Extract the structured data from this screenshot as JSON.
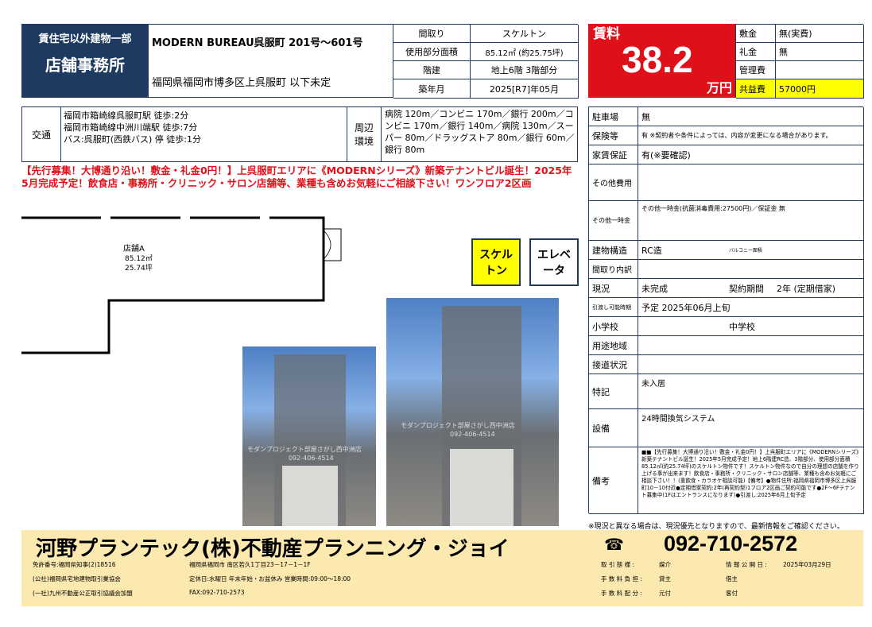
{
  "header": {
    "category_top": "賃住宅以外建物一部",
    "category_main": "店舗事務所",
    "building_name": "MODERN BUREAU呉服町 201号〜601号",
    "address": "福岡県福岡市博多区上呉服町 以下未定"
  },
  "spec": {
    "layout_label": "間取り",
    "layout_value": "スケルトン",
    "area_label": "使用部分面積",
    "area_value": "85.12㎡ (約25.75坪)",
    "floor_label": "階建",
    "floor_value": "地上6階 3階部分",
    "built_label": "築年月",
    "built_value": "2025[R7]年05月"
  },
  "rent": {
    "label": "賃料",
    "value": "38.2",
    "unit": "万円",
    "deposit_label": "敷金",
    "deposit_value": "無(実費)",
    "key_label": "礼金",
    "key_value": "無",
    "mgmt_label": "管理費",
    "mgmt_value": "",
    "common_label": "共益費",
    "common_value": "57000円"
  },
  "transport": {
    "label": "交通",
    "lines": [
      "福岡市箱崎線呉服町駅 徒歩:2分",
      "福岡市箱崎線中洲川端駅 徒歩:7分",
      "バス:呉服町(西鉄バス) 停 徒歩:1分"
    ],
    "env_label": "周辺環境",
    "env_text": "病院 120m／コンビニ 170m／銀行 200m／コンビニ 170m／銀行 140m／病院 130m／スーパー 80m／ドラッグストア 80m／銀行 60m／銀行 80m"
  },
  "catch": "【先行募集！大博通り沿い！敷金・礼金0円！】上呉服町エリアに《MODERNシリーズ》新築テナントビル誕生！2025年5月完成予定！飲食店・事務所・クリニック・サロン店舗等、業種も含めお気軽にご相談下さい！ワンフロア2区画",
  "floorplan": {
    "room": "店舗A",
    "area_m2": "85.12㎡",
    "area_tsubo": "25.74坪"
  },
  "badges": {
    "skeleton": "スケルトン",
    "elevator": "エレベータ"
  },
  "photos": {
    "watermark1": "モダンプロジェクト部屋さがし西中洲店",
    "watermark2": "092-406-4514"
  },
  "details": [
    {
      "label": "駐車場",
      "value": "無"
    },
    {
      "label": "保険等",
      "value": "有 ※契約者や条件によっては、内容が変更になる場合があります。"
    },
    {
      "label": "家賃保証",
      "value": "有(※要確認)"
    },
    {
      "label": "その他費用",
      "value": ""
    },
    {
      "label": "その他一時金",
      "value": "その他一時金(抗菌消毒費用:27500円)／保証金 無"
    },
    {
      "label": "建物構造",
      "value": "RC造",
      "label2": "バルコニー面積",
      "value2": ""
    },
    {
      "label": "間取り内訳",
      "value": ""
    },
    {
      "label": "現況",
      "value": "未完成",
      "label2": "契約期間",
      "value2": "2年 (定期借家)"
    },
    {
      "label": "引渡し可能時期",
      "value": "予定 2025年06月上旬"
    },
    {
      "label": "小学校",
      "value": "",
      "label2": "中学校",
      "value2": ""
    },
    {
      "label": "用途地域",
      "value": ""
    },
    {
      "label": "接道状況",
      "value": ""
    },
    {
      "label": "特記",
      "value": "未入居"
    },
    {
      "label": "設備",
      "value": "24時間換気システム"
    },
    {
      "label": "備考",
      "value": "■■【先行募集！大博通り沿い！敷金・礼金0円！】上呉服町エリアに《MODERNシリーズ》新築テナントビル誕生！2025年5月完成予定！地上6階建RC造、3階部分、使用部分面積85.12㎡(約25.74坪)のスケルトン物件です！スケルトン物件なので自分の理想の店舗を作り上げる事が出来ます！飲食店・事務所・クリニック・サロン店舗等、業種も含めお気軽にご相談下さい！！(重飲食・カラオケ相談可能)【備考】●物件住所:福岡県福岡市博多区上呉服町10－10付近●定期借家契約:2年(再契約型)1フロア2区画ご契約可能です●2F～6Fテナント募集中(1Fはエントランスになります)●引渡し:2025年6月上旬予定"
    }
  ],
  "disclaimer": "※現況と異なる場合は、現況優先となりますので、最新情報をご確認ください。",
  "footer": {
    "company": "河野プランテック(株)不動産プランニング・ジョイ",
    "license": "免許番号:福岡県知事(2)18516",
    "assoc1": "(公社)福岡県宅地建物取引業協会",
    "assoc2": "(一社)九州不動産公正取引協議会加盟",
    "addr": "福岡県福岡市 南区若久1丁目23－17－1－1F",
    "hours": "定休日:水曜日 年末年始・お盆休み 営業時間:09:00〜18:00",
    "fax": "FAX:092-710-2573",
    "tel": "092-710-2572",
    "mode_label": "取 引 態 様 :",
    "mode_value": "媒介",
    "fee_label": "手 数 料 負 担 :",
    "fee_value": "貸主",
    "fee2_value": "借主",
    "dist_label": "手 数 料 配 分 :",
    "dist_value": "元付",
    "dist2_value": "客付",
    "info_label": "情 報 公 開 日 :",
    "info_value": "2025年03月29日"
  }
}
